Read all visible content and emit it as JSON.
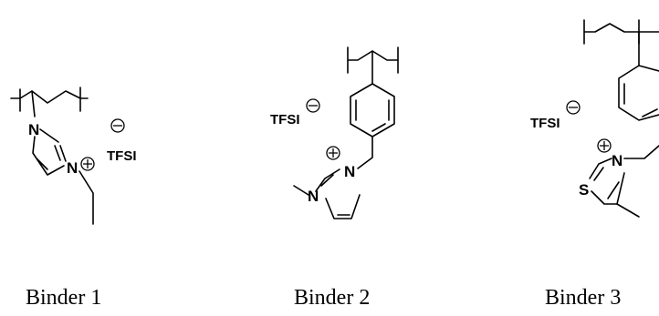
{
  "binders": [
    {
      "caption": "Binder 1",
      "atoms": {
        "n1": "N",
        "n2": "N"
      },
      "anion": "TFSI"
    },
    {
      "caption": "Binder 2",
      "atoms": {
        "n1": "N",
        "n2": "N"
      },
      "anion": "TFSI"
    },
    {
      "caption": "Binder 3",
      "atoms": {
        "n": "N",
        "s": "S"
      },
      "anion": "TFSI"
    }
  ]
}
